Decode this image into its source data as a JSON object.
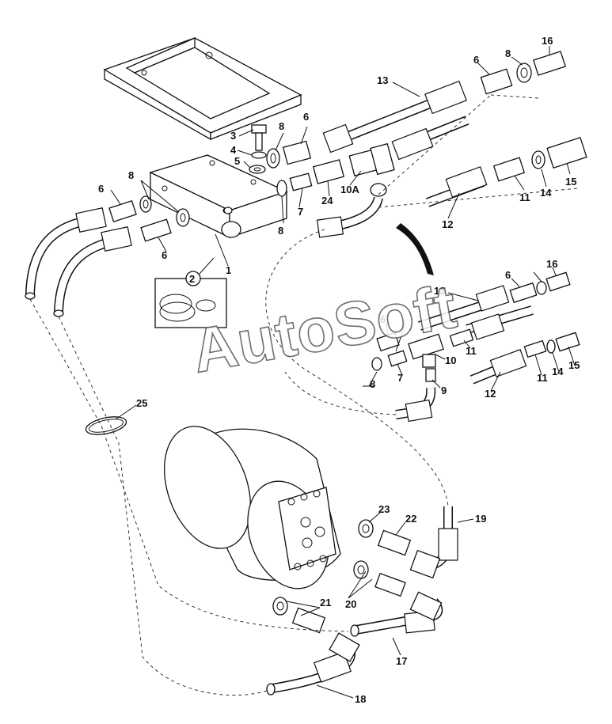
{
  "watermark": "AutoSoft",
  "callouts": [
    {
      "id": "1",
      "label": "1"
    },
    {
      "id": "2",
      "label": "2"
    },
    {
      "id": "3",
      "label": "3"
    },
    {
      "id": "4",
      "label": "4"
    },
    {
      "id": "5",
      "label": "5"
    },
    {
      "id": "6a",
      "label": "6"
    },
    {
      "id": "6b",
      "label": "6"
    },
    {
      "id": "6c",
      "label": "6"
    },
    {
      "id": "6d",
      "label": "6"
    },
    {
      "id": "6e",
      "label": "6"
    },
    {
      "id": "6f",
      "label": "6"
    },
    {
      "id": "7a",
      "label": "7"
    },
    {
      "id": "7b",
      "label": "7"
    },
    {
      "id": "8a",
      "label": "8"
    },
    {
      "id": "8b",
      "label": "8"
    },
    {
      "id": "8c",
      "label": "8"
    },
    {
      "id": "8d",
      "label": "8"
    },
    {
      "id": "8e",
      "label": "8"
    },
    {
      "id": "9",
      "label": "9"
    },
    {
      "id": "10",
      "label": "10"
    },
    {
      "id": "10A",
      "label": "10A"
    },
    {
      "id": "11a",
      "label": "11"
    },
    {
      "id": "11b",
      "label": "11"
    },
    {
      "id": "11c",
      "label": "11"
    },
    {
      "id": "12a",
      "label": "12"
    },
    {
      "id": "12b",
      "label": "12"
    },
    {
      "id": "13a",
      "label": "13"
    },
    {
      "id": "13b",
      "label": "13"
    },
    {
      "id": "14a",
      "label": "14"
    },
    {
      "id": "14b",
      "label": "14"
    },
    {
      "id": "15a",
      "label": "15"
    },
    {
      "id": "15b",
      "label": "15"
    },
    {
      "id": "16a",
      "label": "16"
    },
    {
      "id": "16b",
      "label": "16"
    },
    {
      "id": "17",
      "label": "17"
    },
    {
      "id": "18",
      "label": "18"
    },
    {
      "id": "19",
      "label": "19"
    },
    {
      "id": "20",
      "label": "20"
    },
    {
      "id": "21",
      "label": "21"
    },
    {
      "id": "22",
      "label": "22"
    },
    {
      "id": "23",
      "label": "23"
    },
    {
      "id": "24",
      "label": "24"
    },
    {
      "id": "25",
      "label": "25"
    }
  ]
}
